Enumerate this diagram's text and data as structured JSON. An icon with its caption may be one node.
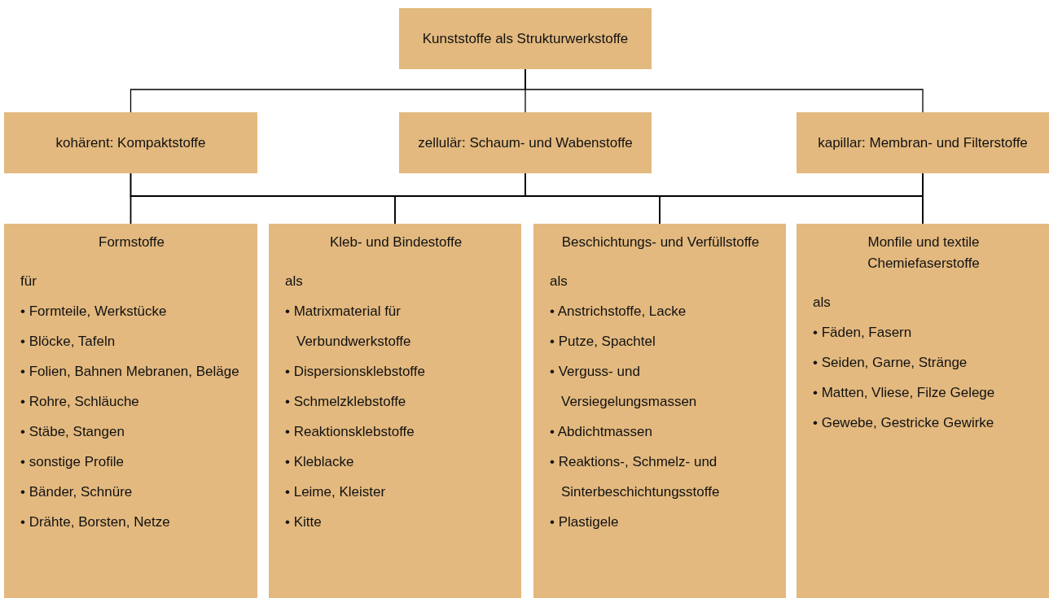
{
  "diagram": {
    "nodes": [
      {
        "text": [
          "Kunststoffe als Strukturwerkstoffe"
        ]
      },
      {
        "text": [
          "kohärent: Kompaktstoffe"
        ]
      },
      {
        "text": [
          "zellulär: Schaum- und Wabenstoffe"
        ]
      },
      {
        "text": [
          "kapillar: Membran- und Filterstoffe"
        ]
      },
      {
        "text": [
          "Formstoffe",
          "für",
          "• Formteile, Werkstücke",
          "• Blöcke, Tafeln",
          "• Folien, Bahnen Mebranen, Beläge",
          "• Rohre, Schläuche",
          "• Stäbe, Stangen",
          "• sonstige Profile",
          "• Bänder, Schnüre",
          "• Drähte, Borsten, Netze"
        ]
      },
      {
        "text": [
          "Kleb- und Bindestoffe",
          "als",
          "• Matrixmaterial für Verbundwerkstoffe",
          "• Dispersionsklebstoffe",
          "• Schmelzklebstoffe",
          "• Reaktionsklebstoffe",
          "• Kleblacke",
          "• Leime, Kleister",
          "• Kitte"
        ]
      },
      {
        "text": [
          "Beschichtungs- und Verfüllstoffe",
          "als",
          "• Anstrichstoffe, Lacke",
          "• Putze, Spachtel",
          "• Verguss- und Versiegelungsmassen",
          "• Abdichtmassen",
          "• Reaktions-, Schmelz- und Sinterbeschichtungsstoffe",
          "• Plastigele"
        ]
      },
      {
        "text": [
          "Monfile und textile Chemiefaserstoffe",
          "als",
          "• Fäden, Fasern",
          "• Seiden, Garne, Stränge",
          "• Matten, Vliese, Filze Gelege",
          "• Gewebe, Gestricke Gewirke"
        ]
      }
    ],
    "edges": [
      {
        "from": 0,
        "to": 1,
        "arrow": "none"
      },
      {
        "from": 0,
        "to": 2,
        "arrow": "none"
      },
      {
        "from": 0,
        "to": 3,
        "arrow": "none"
      },
      {
        "from": 1,
        "to": 4,
        "arrow": "none"
      },
      {
        "from": 1,
        "to": 5,
        "arrow": "none"
      },
      {
        "from": 1,
        "to": 6,
        "arrow": "none"
      },
      {
        "from": 1,
        "to": 7,
        "arrow": "none"
      },
      {
        "from": 2,
        "to": 4,
        "arrow": "none"
      },
      {
        "from": 2,
        "to": 5,
        "arrow": "none"
      },
      {
        "from": 2,
        "to": 6,
        "arrow": "none"
      },
      {
        "from": 2,
        "to": 7,
        "arrow": "none"
      },
      {
        "from": 3,
        "to": 4,
        "arrow": "none"
      },
      {
        "from": 3,
        "to": 5,
        "arrow": "none"
      },
      {
        "from": 3,
        "to": 6,
        "arrow": "none"
      },
      {
        "from": 3,
        "to": 7,
        "arrow": "none"
      }
    ]
  }
}
